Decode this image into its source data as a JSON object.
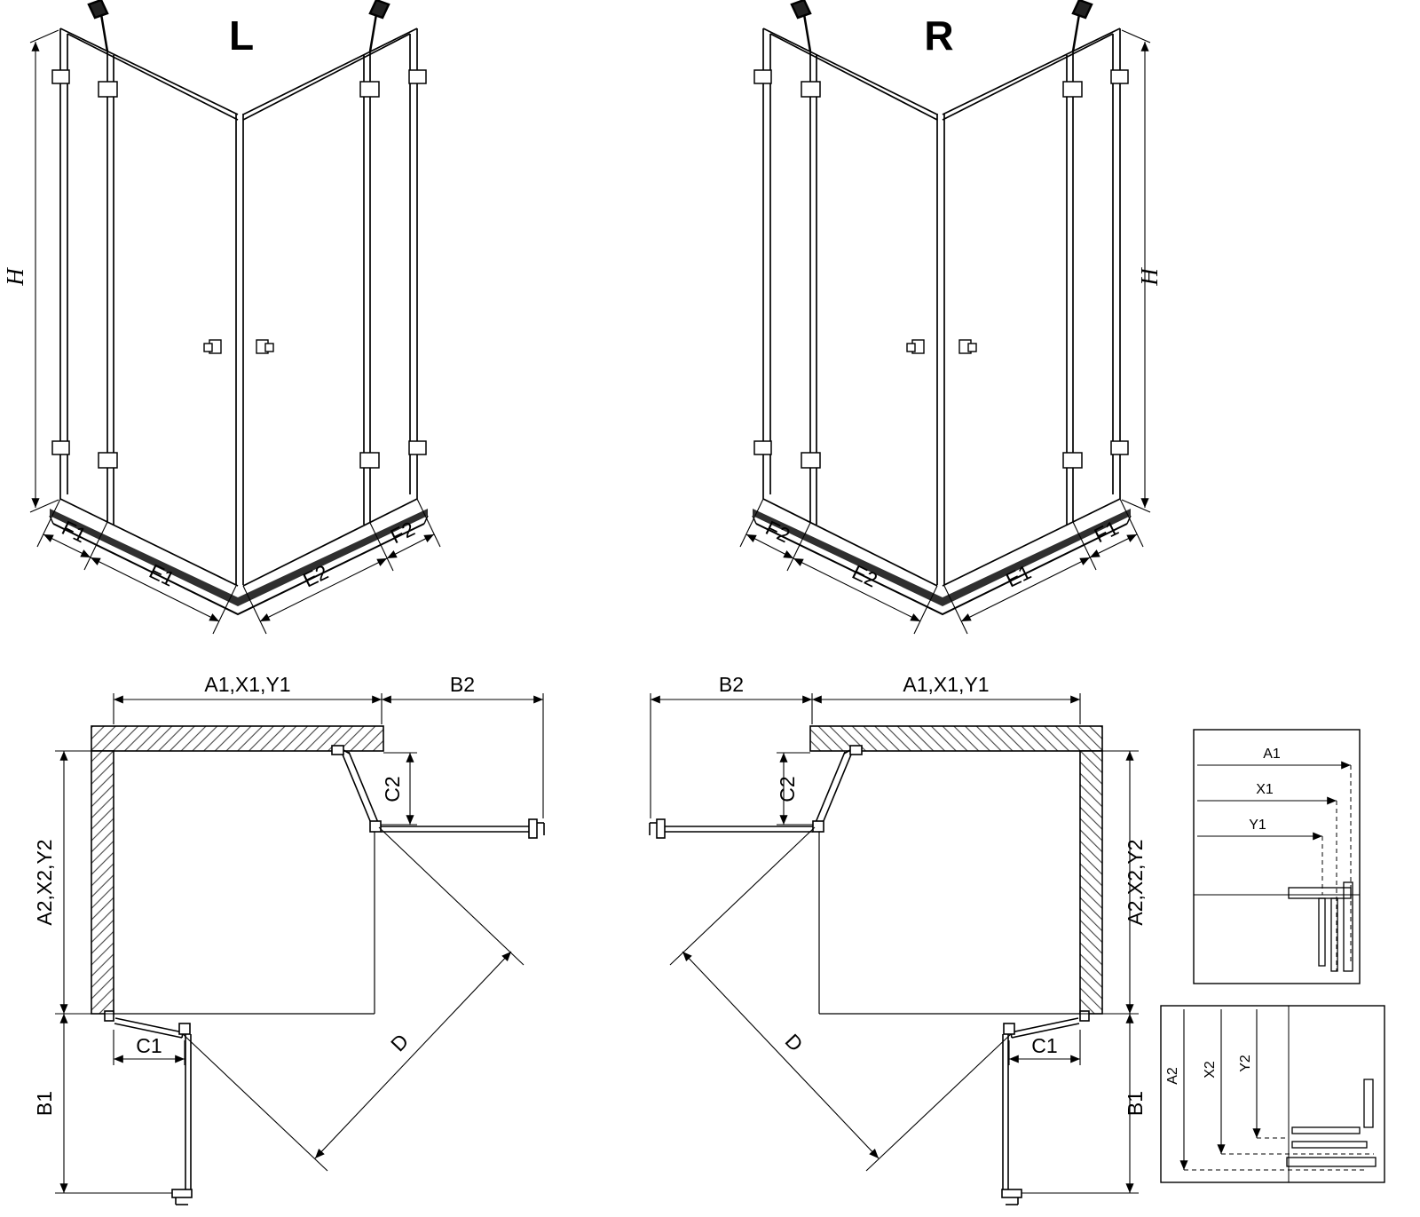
{
  "drawing": {
    "perspective_left": {
      "title": "L",
      "height_label": "H",
      "bottom_labels": [
        "F1",
        "E1",
        "E2",
        "F2"
      ]
    },
    "perspective_right": {
      "title": "R",
      "height_label": "H",
      "bottom_labels": [
        "F2",
        "E2",
        "E1",
        "F1"
      ]
    },
    "plan_left": {
      "top_width": "A1,X1,Y1",
      "top_side": "B2",
      "door_top": "C2",
      "depth": "A2,X2,Y2",
      "door_bottom": "C1",
      "bottom_side": "B1",
      "diagonal": "D"
    },
    "plan_right": {
      "top_width": "A1,X1,Y1",
      "top_side": "B2",
      "door_top": "C2",
      "depth": "A2,X2,Y2",
      "door_bottom": "C1",
      "bottom_side": "B1",
      "diagonal": "D"
    },
    "detail_width": {
      "labels": [
        "A1",
        "X1",
        "Y1"
      ]
    },
    "detail_depth": {
      "labels": [
        "A2",
        "X2",
        "Y2"
      ]
    }
  },
  "colors": {
    "line": "#000000",
    "background": "#ffffff"
  }
}
